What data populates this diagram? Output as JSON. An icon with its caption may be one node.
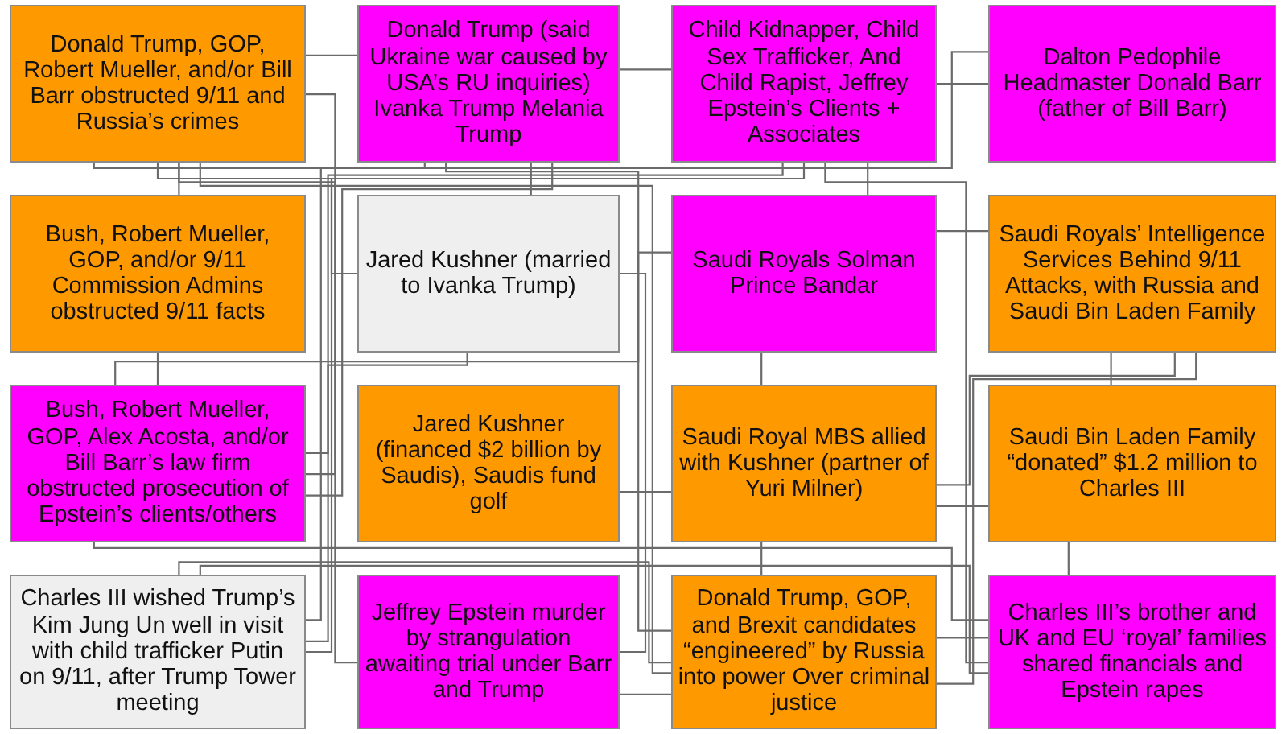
{
  "diagram": {
    "nodes": [
      {
        "text": [
          "Donald Trump, GOP, Robert Mueller, and/or Bill Barr obstructed 9/11 and Russia’s crimes"
        ]
      },
      {
        "text": [
          "Donald Trump (said Ukraine war caused by USA’s RU inquiries) Ivanka Trump Melania Trump"
        ]
      },
      {
        "text": [
          "Child Kidnapper, Child Sex Trafficker, And Child Rapist, Jeffrey Epstein’s Clients + Associates"
        ]
      },
      {
        "text": [
          "Dalton Pedophile Headmaster Donald Barr (father of Bill Barr)"
        ]
      },
      {
        "text": [
          "Bush, Robert Mueller, GOP, and/or 9/11 Commission Admins obstructed 9/11 facts"
        ]
      },
      {
        "text": [
          "Jared Kushner (married to Ivanka Trump)"
        ]
      },
      {
        "text": [
          "Saudi Royals Solman Prince Bandar"
        ]
      },
      {
        "text": [
          "Saudi Royals’ Intelligence Services Behind 9/11 Attacks, with Russia and Saudi Bin Laden Family"
        ]
      },
      {
        "text": [
          "Bush, Robert Mueller, GOP, Alex Acosta, and/or Bill Barr’s law firm obstructed prosecution of Epstein’s clients/others"
        ]
      },
      {
        "text": [
          "Jared Kushner (financed $2 billion by Saudis), Saudis fund golf"
        ]
      },
      {
        "text": [
          "Saudi Royal MBS allied with Kushner (partner of Yuri Milner)"
        ]
      },
      {
        "text": [
          "Saudi Bin Laden Family “donated” $1.2 million to Charles III"
        ]
      },
      {
        "text": [
          "Charles III wished Trump’s Kim Jung Un well in visit with child trafficker Putin on 9/11, after Trump Tower meeting"
        ]
      },
      {
        "text": [
          "Jeffrey Epstein murder by strangulation awaiting trial under Barr and Trump"
        ]
      },
      {
        "text": [
          "Donald Trump, GOP, and Brexit candidates “engineered” by Russia into power Over criminal justice"
        ]
      },
      {
        "text": [
          "Charles III’s brother and UK and EU ‘royal’ families shared financials and Epstein rapes"
        ]
      }
    ],
    "edges": [
      {
        "from": 0,
        "to": 3,
        "arrow": "none"
      },
      {
        "from": 0,
        "to": 1,
        "arrow": "none"
      },
      {
        "from": 1,
        "to": 2,
        "arrow": "none"
      },
      {
        "from": 2,
        "to": 3,
        "arrow": "none"
      },
      {
        "from": 0,
        "to": 4,
        "arrow": "none"
      },
      {
        "from": 1,
        "to": 5,
        "arrow": "none"
      },
      {
        "from": 2,
        "to": 6,
        "arrow": "none"
      },
      {
        "from": 6,
        "to": 7,
        "arrow": "none"
      },
      {
        "from": 6,
        "to": 10,
        "arrow": "none"
      },
      {
        "from": 7,
        "to": 11,
        "arrow": "none"
      },
      {
        "from": 4,
        "to": 8,
        "arrow": "none"
      },
      {
        "from": 0,
        "to": 8,
        "arrow": "none"
      },
      {
        "from": 9,
        "to": 10,
        "arrow": "none"
      },
      {
        "from": 10,
        "to": 11,
        "arrow": "none"
      },
      {
        "from": 11,
        "to": 15,
        "arrow": "none"
      },
      {
        "from": 10,
        "to": 14,
        "arrow": "none"
      },
      {
        "from": 14,
        "to": 15,
        "arrow": "none"
      },
      {
        "from": 0,
        "to": 5,
        "arrow": "none"
      },
      {
        "from": 0,
        "to": 13,
        "arrow": "none"
      },
      {
        "from": 0,
        "to": 14,
        "arrow": "none"
      },
      {
        "from": 1,
        "to": 8,
        "arrow": "none"
      },
      {
        "from": 1,
        "to": 12,
        "arrow": "none"
      },
      {
        "from": 1,
        "to": 14,
        "arrow": "none"
      },
      {
        "from": 2,
        "to": 8,
        "arrow": "none"
      },
      {
        "from": 2,
        "to": 12,
        "arrow": "none"
      },
      {
        "from": 2,
        "to": 15,
        "arrow": "none"
      },
      {
        "from": 7,
        "to": 10,
        "arrow": "none"
      },
      {
        "from": 7,
        "to": 14,
        "arrow": "none"
      },
      {
        "from": 8,
        "to": 15,
        "arrow": "none"
      },
      {
        "from": 8,
        "to": 6,
        "arrow": "none"
      },
      {
        "from": 5,
        "to": 12,
        "arrow": "none"
      },
      {
        "from": 13,
        "to": 5,
        "arrow": "none"
      },
      {
        "from": 12,
        "to": 14,
        "arrow": "none"
      },
      {
        "from": 12,
        "to": 15,
        "arrow": "none"
      },
      {
        "from": 13,
        "to": 14,
        "arrow": "none"
      }
    ]
  }
}
